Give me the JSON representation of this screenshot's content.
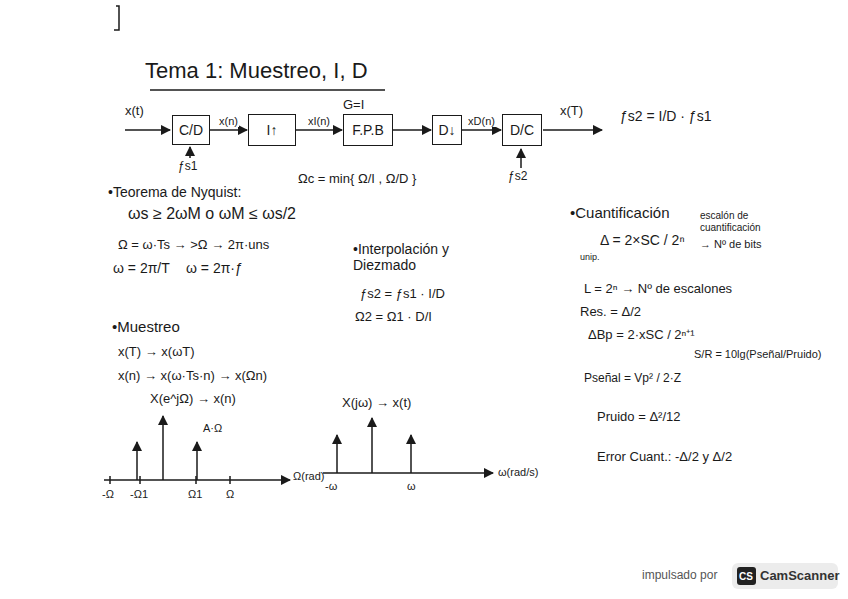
{
  "diagram": {
    "title": "Tema 1: Muestreo, I, D",
    "nodes": [
      {
        "text": [
          "C/D"
        ]
      },
      {
        "text": [
          "I↑"
        ]
      },
      {
        "text": [
          "F.P.B"
        ]
      },
      {
        "text": [
          "D↓"
        ]
      },
      {
        "text": [
          "D/C"
        ]
      }
    ],
    "edges": [
      {
        "from": 0,
        "to": 1,
        "label": "x(n)",
        "arrow": "to"
      },
      {
        "from": 1,
        "to": 2,
        "label": "xI(n)",
        "arrow": "to"
      },
      {
        "from": 2,
        "to": 3,
        "arrow": "to"
      },
      {
        "from": 3,
        "to": 4,
        "label": "xD(n)",
        "arrow": "to"
      }
    ],
    "labels": [
      "x(t)",
      "ƒs1",
      "G=I",
      "x(T)",
      "ƒs2",
      "ƒs2 = I/D · ƒs1",
      "Ωc = min{ Ω/I , Ω/D }",
      "•Teorema de Nyquist:",
      "ωs ≥ 2ωM o ωM ≤ ωs/2",
      "Ω = ω·Ts → >Ω → 2π·uns",
      "ω = 2π/T",
      "ω = 2π·ƒ",
      "•Interpolación y Diezmado",
      "ƒs2 = ƒs1 · I/D",
      "Ω2 = Ω1 · D/I",
      "•Muestreo",
      "x(T) → x(ωT)",
      "x(n) → x(ω·Ts·n) → x(Ωn)",
      "X(e^jΩ) → x(n)",
      "A·Ω",
      "-Ω",
      "-Ω1",
      "Ω1",
      "Ω",
      "Ω(rad)",
      "X(jω) → x(t)",
      "-ω",
      "ω",
      "ω(rad/s)",
      "•Cuantificación",
      "Δ = 2×SC / 2ⁿ",
      "escalón de cuantificación",
      "→ Nº de bits",
      "unip.",
      "L = 2ⁿ → Nº de escalones",
      "Res. = Δ/2",
      "ΔBp = 2·xSC / 2ⁿ⁺¹",
      "Pseñal = Vp² / 2·Z",
      "S/R = 10lg(Pseñal/Pruido)",
      "Pruido = Δ²/12",
      "Error Cuant.: -Δ/2 y Δ/2",
      "impulsado por",
      "CS",
      "CamScanner"
    ]
  }
}
